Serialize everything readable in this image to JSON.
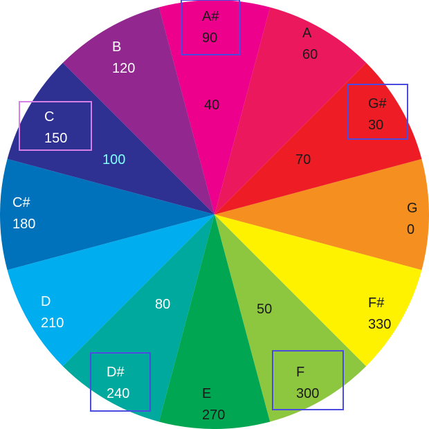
{
  "wheel": {
    "sectors": [
      {
        "note": "G",
        "angle": "0",
        "color": "#F58F1F",
        "text_color": "#1a1a1a"
      },
      {
        "note": "G#",
        "angle": "30",
        "color": "#EE1C25",
        "text_color": "#1a1a1a"
      },
      {
        "note": "A",
        "angle": "60",
        "color": "#EC185D",
        "text_color": "#1a1a1a"
      },
      {
        "note": "A#",
        "angle": "90",
        "color": "#EC008C",
        "text_color": "#1a1a1a"
      },
      {
        "note": "B",
        "angle": "120",
        "color": "#92278F",
        "text_color": "#ffffff"
      },
      {
        "note": "C",
        "angle": "150",
        "color": "#2E3192",
        "text_color": "#ffffff"
      },
      {
        "note": "C#",
        "angle": "180",
        "color": "#0072BC",
        "text_color": "#ffffff"
      },
      {
        "note": "D",
        "angle": "210",
        "color": "#00AEEF",
        "text_color": "#ffffff"
      },
      {
        "note": "D#",
        "angle": "240",
        "color": "#00A99D",
        "text_color": "#ffffff"
      },
      {
        "note": "E",
        "angle": "270",
        "color": "#00A651",
        "text_color": "#1a1a1a"
      },
      {
        "note": "F",
        "angle": "300",
        "color": "#8DC63F",
        "text_color": "#1a1a1a"
      },
      {
        "note": "F#",
        "angle": "330",
        "color": "#FFF200",
        "text_color": "#1a1a1a"
      }
    ],
    "inner_labels": [
      {
        "text": "40",
        "color": "#1a1a1a"
      },
      {
        "text": "70",
        "color": "#1a1a1a"
      },
      {
        "text": "100",
        "color": "#7FFFFF"
      },
      {
        "text": "80",
        "color": "#ffffff"
      },
      {
        "text": "50",
        "color": "#1a1a1a"
      }
    ],
    "highlight_colors": {
      "blue": "#4B4BE0",
      "violet": "#D77FE8"
    }
  }
}
